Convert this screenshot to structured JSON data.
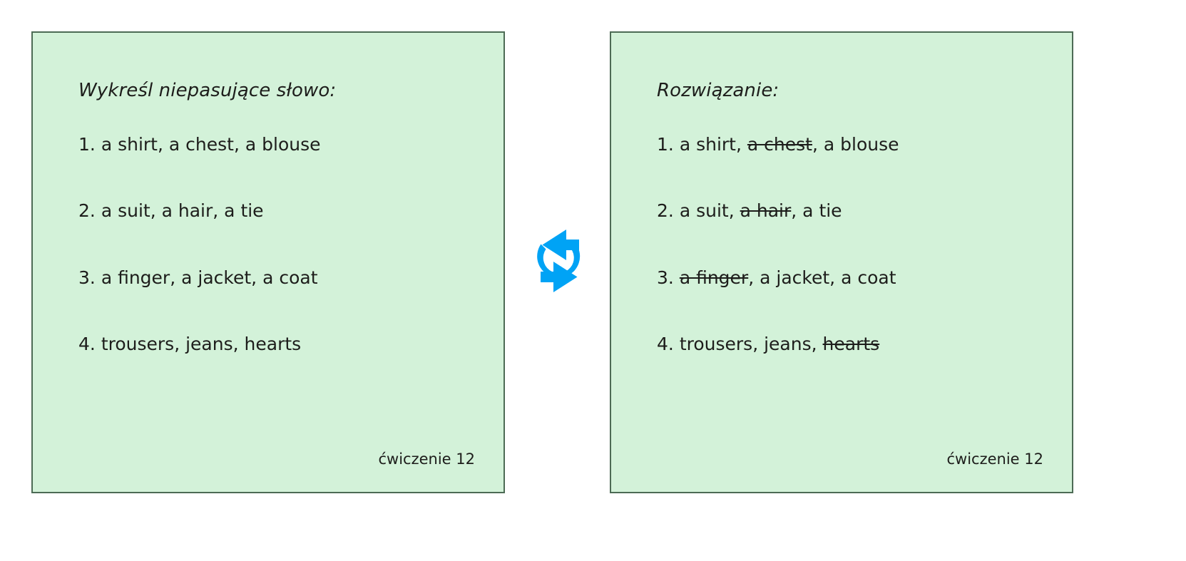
{
  "accent_color": "#00A3F5",
  "card_bg_color": "#d3f2d9",
  "card_border_color": "#4d6b55",
  "text_color": "#1d1d1b",
  "exercise": {
    "title": "Wykreśl niepasujące słowo:",
    "footer": "ćwiczenie 12",
    "items": [
      {
        "number": "1.",
        "parts": [
          {
            "text": "a shirt",
            "struck": false
          },
          {
            "text": "a chest",
            "struck": false
          },
          {
            "text": "a blouse",
            "struck": false
          }
        ]
      },
      {
        "number": "2.",
        "parts": [
          {
            "text": "a suit",
            "struck": false
          },
          {
            "text": "a hair",
            "struck": false
          },
          {
            "text": "a tie",
            "struck": false
          }
        ]
      },
      {
        "number": "3.",
        "parts": [
          {
            "text": "a finger",
            "struck": false
          },
          {
            "text": "a jacket",
            "struck": false
          },
          {
            "text": "a coat",
            "struck": false
          }
        ]
      },
      {
        "number": "4.",
        "parts": [
          {
            "text": "trousers",
            "struck": false
          },
          {
            "text": "jeans",
            "struck": false
          },
          {
            "text": "hearts",
            "struck": false
          }
        ]
      }
    ]
  },
  "solution": {
    "title": "Rozwiązanie:",
    "footer": "ćwiczenie 12",
    "items": [
      {
        "number": "1.",
        "parts": [
          {
            "text": "a shirt",
            "struck": false
          },
          {
            "text": "a chest",
            "struck": true
          },
          {
            "text": "a blouse",
            "struck": false
          }
        ]
      },
      {
        "number": "2.",
        "parts": [
          {
            "text": "a suit",
            "struck": false
          },
          {
            "text": "a hair",
            "struck": true
          },
          {
            "text": "a tie",
            "struck": false
          }
        ]
      },
      {
        "number": "3.",
        "parts": [
          {
            "text": "a finger",
            "struck": true
          },
          {
            "text": "a jacket",
            "struck": false
          },
          {
            "text": "a coat",
            "struck": false
          }
        ]
      },
      {
        "number": "4.",
        "parts": [
          {
            "text": "trousers",
            "struck": false
          },
          {
            "text": "jeans",
            "struck": false
          },
          {
            "text": "hearts",
            "struck": true
          }
        ]
      }
    ]
  },
  "middle": {
    "icon": "refresh-sync-icon"
  }
}
